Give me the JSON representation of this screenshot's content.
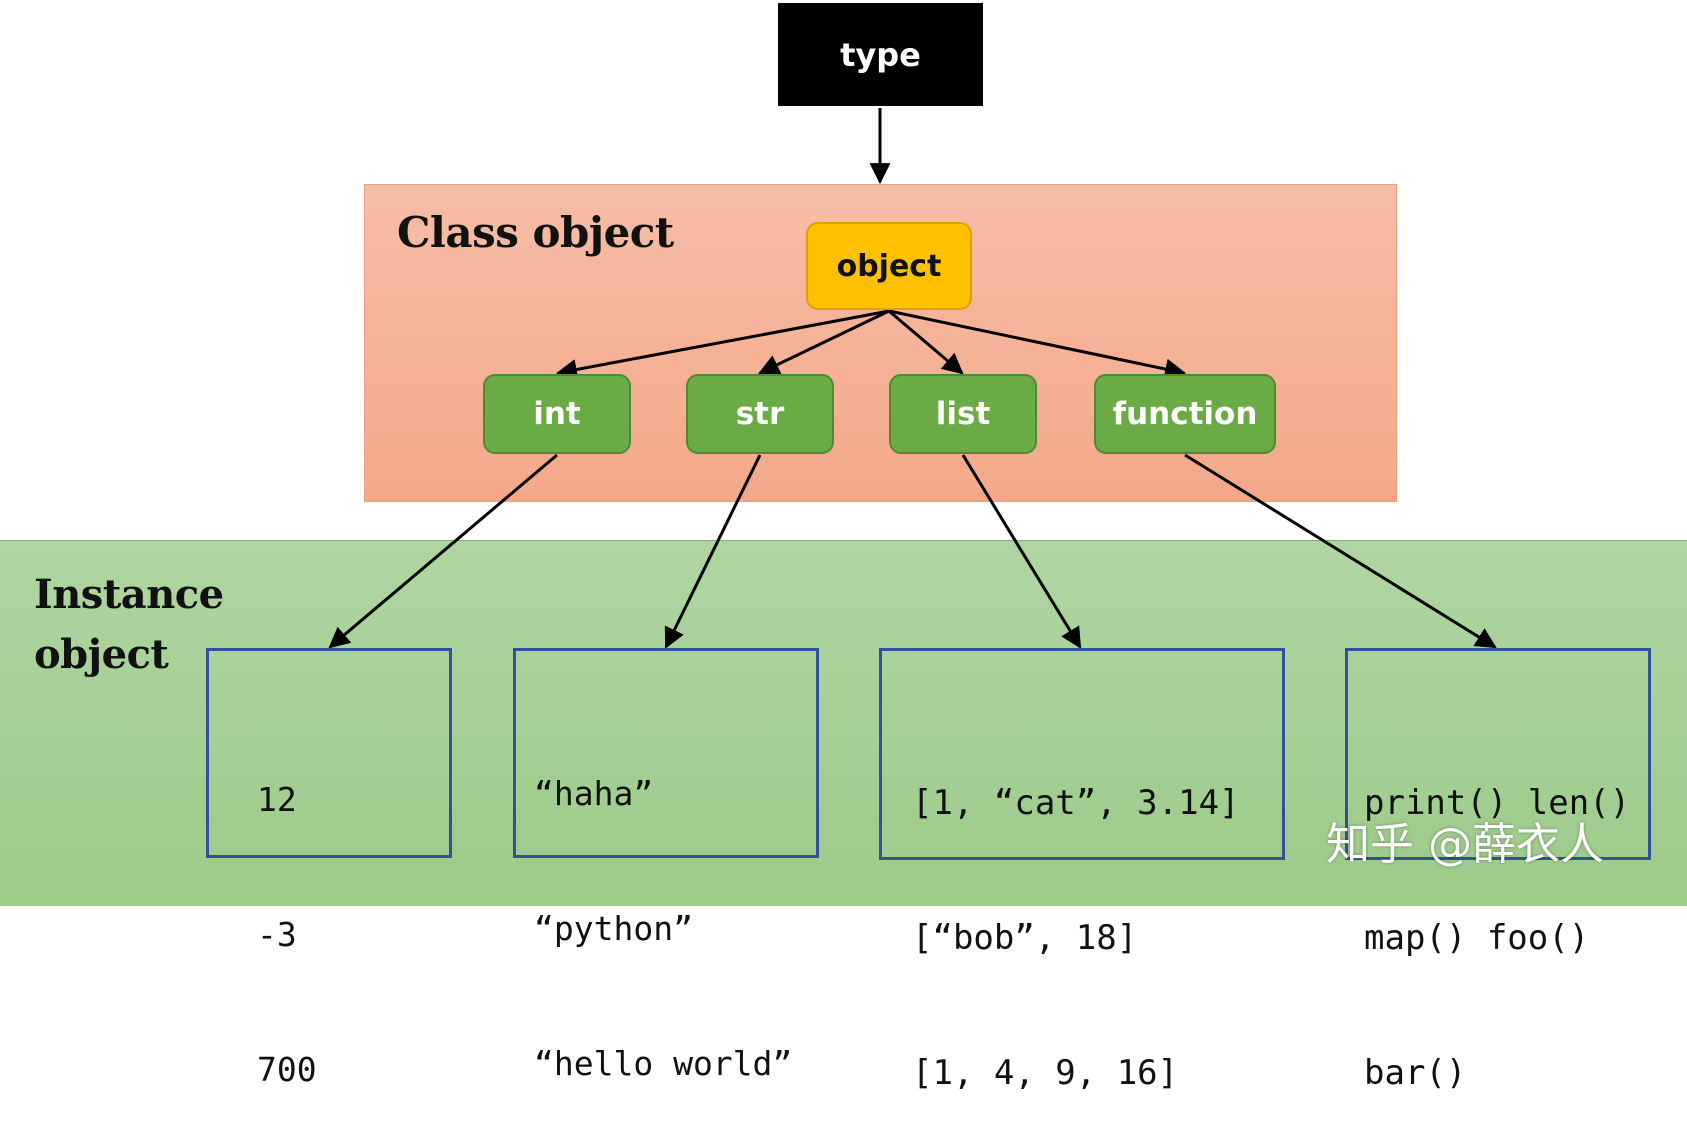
{
  "root": {
    "label": "type"
  },
  "class_region": {
    "label": "Class object",
    "base": "object",
    "classes": [
      "int",
      "str",
      "list",
      "function"
    ],
    "fill": "#f4a88a"
  },
  "instance_region": {
    "label_lines": [
      "Instance",
      "object"
    ],
    "fill": "#9ccb89",
    "boxes": [
      {
        "class": "int",
        "lines": [
          "12",
          "-3",
          "700"
        ]
      },
      {
        "class": "str",
        "lines": [
          "“haha”",
          "“python”",
          "“hello world”"
        ]
      },
      {
        "class": "list",
        "lines": [
          "[1, “cat”, 3.14]",
          "[“bob”, 18]",
          "[1, 4, 9, 16]"
        ]
      },
      {
        "class": "function",
        "lines": [
          "print() len()",
          "map() foo()",
          "bar()"
        ]
      }
    ]
  },
  "colors": {
    "root_fill": "#000000",
    "object_fill": "#ffc000",
    "class_node_fill": "#6aab45",
    "instance_border": "#2f529a"
  },
  "watermark": "知乎 @薛衣人"
}
